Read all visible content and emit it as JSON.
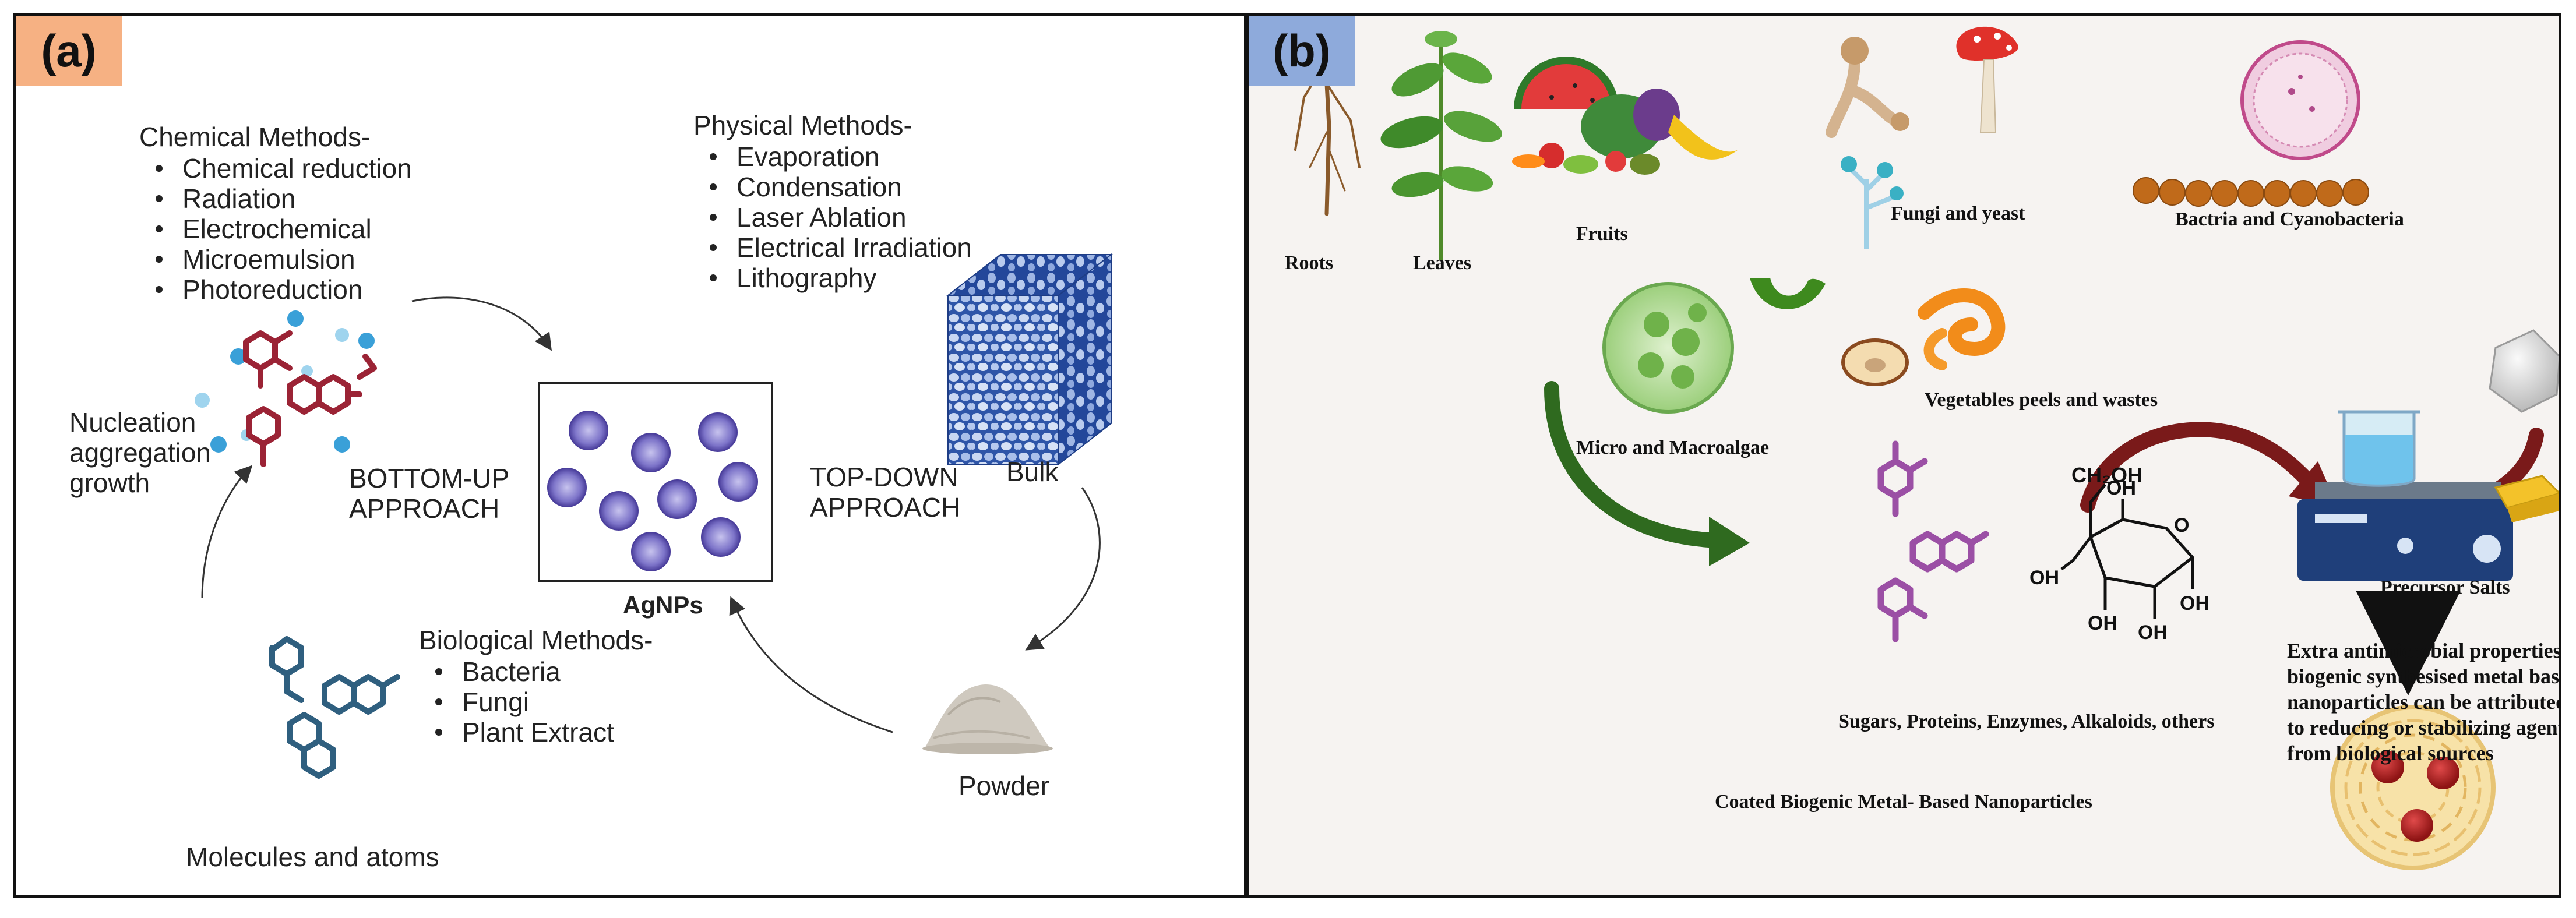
{
  "panel_a": {
    "tag": "(a)",
    "chemical_title": "Chemical Methods-",
    "chemical_items": [
      "Chemical reduction",
      "Radiation",
      "Electrochemical",
      "Microemulsion",
      "Photoreduction"
    ],
    "physical_title": "Physical Methods-",
    "physical_items": [
      "Evaporation",
      "Condensation",
      "Laser Ablation",
      "Electrical Irradiation",
      "Lithography"
    ],
    "biological_title": "Biological Methods-",
    "biological_items": [
      "Bacteria",
      "Fungi",
      "Plant Extract"
    ],
    "nucleation": [
      "Nucleation",
      "aggregation",
      "growth"
    ],
    "bottom_up": [
      "BOTTOM-UP",
      "APPROACH"
    ],
    "top_down": [
      "TOP-DOWN",
      "APPROACH"
    ],
    "bulk": "Bulk",
    "powder": "Powder",
    "molecules": "Molecules and atoms",
    "agnps": "AgNPs"
  },
  "panel_b": {
    "tag": "(b)",
    "roots": "Roots",
    "leaves": "Leaves",
    "fruits": "Fruits",
    "fungi": "Fungi and yeast",
    "bacteria": "Bactria and Cyanobacteria",
    "algae": "Micro and Macroalgae",
    "vegetables": "Vegetables peels and wastes",
    "precursor": "Precursor Salts",
    "sugars": "Sugars, Proteins, Enzymes, Alkaloids, others",
    "coated": "Coated Biogenic Metal- Based Nanoparticles",
    "extra": [
      "Extra antimicrobial properties of",
      "biogenic synthesised metal based",
      "nanoparticles can be attributed",
      "to reducing or stabilizing agent",
      "from biological sources"
    ],
    "ch2oh": "CH₂OH",
    "oh": "OH",
    "o": "O"
  },
  "colors": {
    "tag_a": "#f6b183",
    "tag_b": "#8eaadb",
    "molecule_red": "#9b2335",
    "molecule_blue": "#2f5f7f",
    "molecule_purple": "#9b4fa5",
    "arrow_green": "#2f6a1f",
    "arrow_maroon": "#7a1a1a"
  }
}
